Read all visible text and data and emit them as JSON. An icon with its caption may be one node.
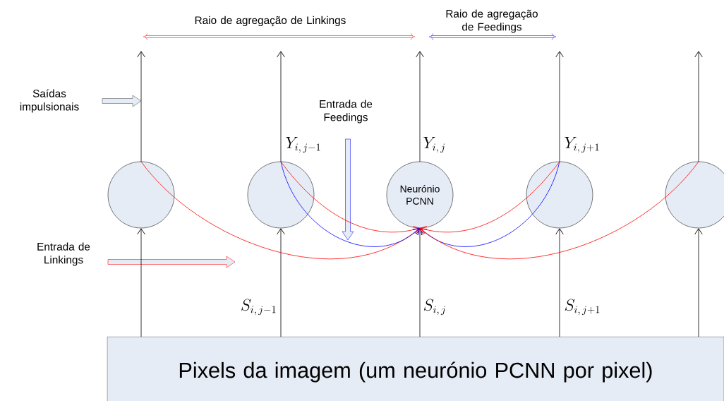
{
  "diagram": {
    "nodes": [
      {
        "text": [],
        "shape": "circle"
      },
      {
        "text": [],
        "shape": "circle"
      },
      {
        "text": [
          "Neurónio PCNN"
        ]
      },
      {
        "text": [],
        "shape": "circle"
      },
      {
        "text": [],
        "shape": "circle"
      },
      {
        "text": [
          "Pixels da imagem (um neurónio PCNN por pixel)"
        ]
      }
    ],
    "edges": [
      {
        "from": 5,
        "to": 0,
        "arrow": "to"
      },
      {
        "from": 5,
        "to": 1,
        "arrow": "to"
      },
      {
        "from": 5,
        "to": 2,
        "arrow": "to"
      },
      {
        "from": 5,
        "to": 3,
        "arrow": "to"
      },
      {
        "from": 5,
        "to": 4,
        "arrow": "to"
      },
      {
        "from": 0,
        "to": null,
        "arrow": "to"
      },
      {
        "from": 1,
        "to": null,
        "arrow": "to"
      },
      {
        "from": 2,
        "to": null,
        "arrow": "to"
      },
      {
        "from": 3,
        "to": null,
        "arrow": "to"
      },
      {
        "from": 4,
        "to": null,
        "arrow": "to"
      },
      {
        "from": 0,
        "to": 2,
        "arrow": "to",
        "color": "#ff0000"
      },
      {
        "from": 1,
        "to": 2,
        "arrow": "to",
        "color": "#ff0000"
      },
      {
        "from": 1,
        "to": 2,
        "arrow": "to",
        "color": "#0000ff"
      },
      {
        "from": 3,
        "to": 2,
        "arrow": "to",
        "color": "#0000ff"
      },
      {
        "from": 3,
        "to": 2,
        "arrow": "to",
        "color": "#ff0000"
      },
      {
        "from": 4,
        "to": 2,
        "arrow": "to",
        "color": "#ff0000"
      }
    ],
    "labels": [
      "Raio de agregação de Linkings",
      "Raio de agregação de Feedings",
      "Saídas impulsionais",
      "Entrada de Feedings",
      "Y_{i,\\,j-1}",
      "Y_{i,\\,j}",
      "Y_{i,\\,j+1}",
      "Entrada de Linkings",
      "S_{i,\\,j-1}",
      "S_{i,\\,j}",
      "S_{i,\\,j+1}"
    ]
  }
}
